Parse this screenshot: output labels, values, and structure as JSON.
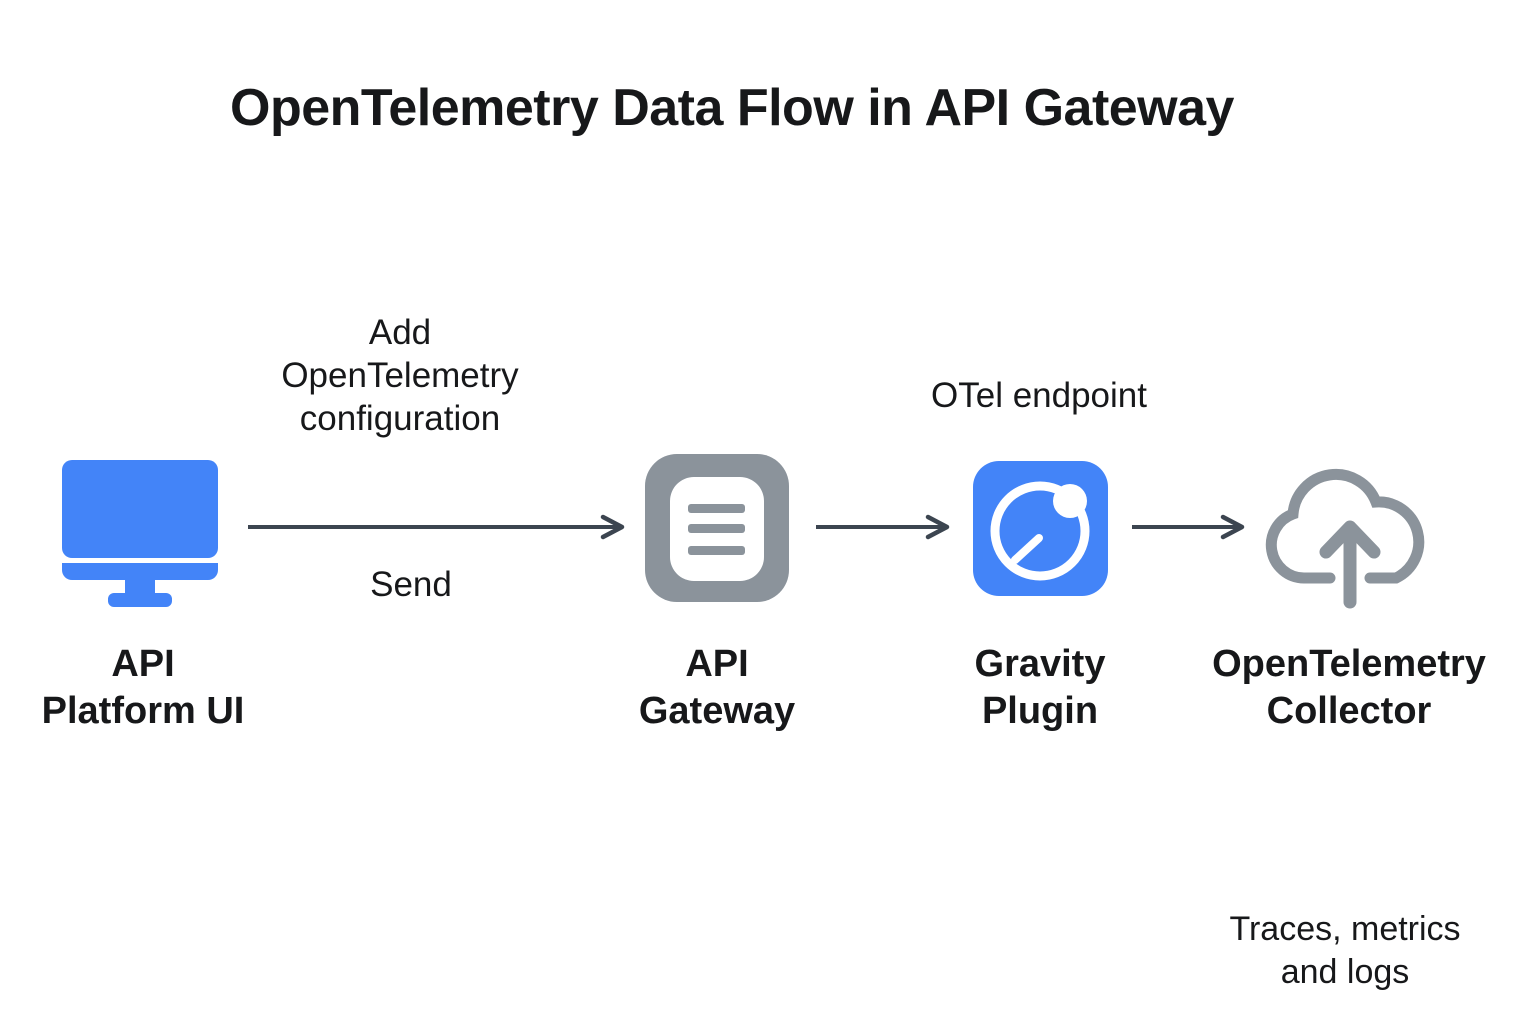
{
  "title": "OpenTelemetry Data Flow in API Gateway",
  "colors": {
    "blue": "#4384F8",
    "gray": "#8B939B",
    "arrow": "#3C4550",
    "text": "#17181A"
  },
  "nodes": [
    {
      "id": "api-platform-ui",
      "icon": "monitor-icon",
      "label_lines": [
        "API",
        "Platform UI"
      ]
    },
    {
      "id": "api-gateway",
      "icon": "document-icon",
      "label_lines": [
        "API",
        "Gateway"
      ]
    },
    {
      "id": "gravity-plugin",
      "icon": "orbit-icon",
      "label_lines": [
        "Gravity",
        "Plugin"
      ]
    },
    {
      "id": "opentelemetry-collector",
      "icon": "cloud-upload-icon",
      "label_lines": [
        "OpenTelemetry",
        "Collector"
      ]
    }
  ],
  "edges": [
    {
      "from": "api-platform-ui",
      "to": "api-gateway",
      "label_above_lines": [
        "Add",
        "OpenTelemetry",
        "configuration"
      ],
      "label_below": "Send"
    },
    {
      "from": "api-gateway",
      "to": "gravity-plugin",
      "label_above_lines": [
        "OTel endpoint"
      ]
    },
    {
      "from": "gravity-plugin",
      "to": "opentelemetry-collector",
      "label_above_lines": []
    }
  ],
  "footnote_lines": [
    "Traces, metrics",
    "and logs"
  ]
}
